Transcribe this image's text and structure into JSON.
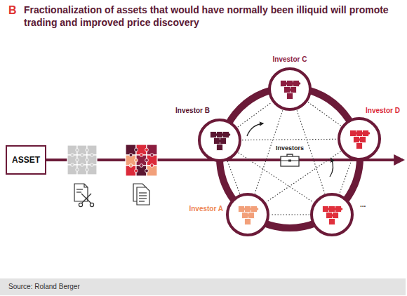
{
  "diagram": {
    "title": "Fractionalization of assets that would have normally been illiquid will promote trading and improved price discovery",
    "caption": "Source: Roland Berger",
    "nodes": [
      {
        "text": [
          "ASSET"
        ]
      },
      {
        "text": [
          "Investor B"
        ]
      },
      {
        "text": [
          "Investor C"
        ]
      },
      {
        "text": [
          "Investor D"
        ]
      },
      {
        "text": [
          "Investor A"
        ]
      },
      {
        "text": [
          "..."
        ]
      },
      {
        "text": [
          "Investors"
        ]
      }
    ],
    "edges": [
      {
        "from": 1,
        "to": 2,
        "arrow": "none"
      },
      {
        "from": 2,
        "to": 3,
        "arrow": "none"
      },
      {
        "from": 3,
        "to": 5,
        "arrow": "none"
      },
      {
        "from": 5,
        "to": 4,
        "arrow": "none"
      },
      {
        "from": 4,
        "to": 1,
        "arrow": "none"
      },
      {
        "from": 1,
        "to": 3,
        "arrow": "none"
      },
      {
        "from": 1,
        "to": 5,
        "arrow": "none"
      },
      {
        "from": 2,
        "to": 4,
        "arrow": "none"
      },
      {
        "from": 2,
        "to": 5,
        "arrow": "none"
      },
      {
        "from": 3,
        "to": 4,
        "arrow": "none"
      }
    ],
    "labels": [
      "B"
    ]
  }
}
